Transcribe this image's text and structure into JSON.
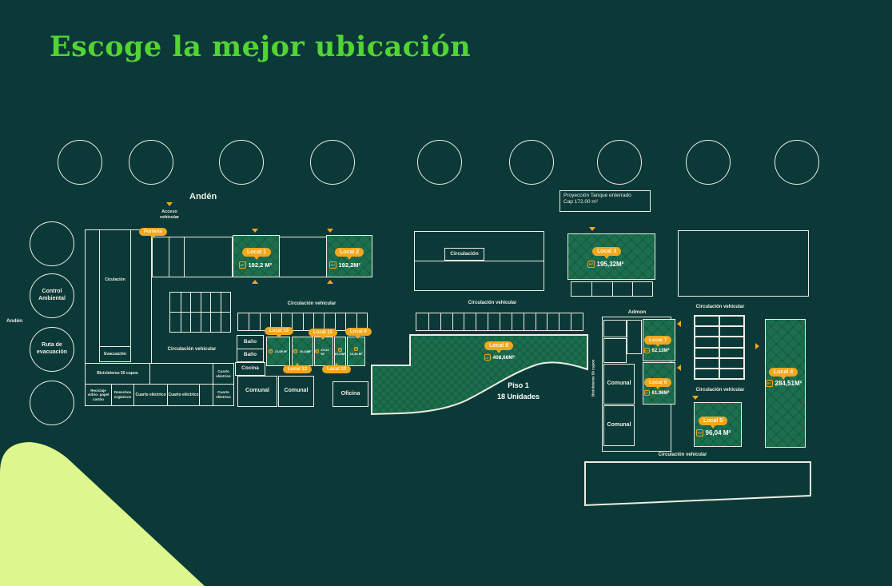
{
  "title": "Escoge la mejor ubicación",
  "colors": {
    "background": "#0b3938",
    "outline_white": "#eeede2",
    "local_green": "#1c6f4e",
    "badge_orange": "#f2a71d",
    "title_green": "#52d433",
    "lime_accent": "#ddf78e",
    "value_text": "#ffffff"
  },
  "labels": {
    "anden_top": "Andén",
    "anden_left": "Andén",
    "acceso_line1": "Acceso",
    "acceso_line2": "vehicular",
    "porteria": "Portería",
    "tanque_line1": "Proyección Tanque enterrado",
    "tanque_line2": "Cap 172.00 m²",
    "control_line1": "Control",
    "control_line2": "Ambiental",
    "ruta_line1": "Ruta de",
    "ruta_line2": "evacuación",
    "ciculacion": "Ciculación",
    "evacuacion": "Evacuación",
    "circulacion": "Circulación",
    "circulacion_vehicular": "Circulación vehicular",
    "bicicleteros": "Bicicleteros 50 cupos",
    "bicicleteros_vertical": "Bicicleteros 50 cupos",
    "reciclaje": "Reciclaje vidrio- papel cartón",
    "desechos": "Desechos orgánicos",
    "cuarto_electrico": "Cuarto eléctrico",
    "bano": "Baño",
    "cocina": "Cocina",
    "comunal": "Comunal",
    "oficina": "Oficina",
    "admon": "Admon",
    "piso": "Piso 1",
    "unidades": "18 Unidades"
  },
  "m2_icon": "m²",
  "locals": [
    {
      "name": "Local 1",
      "area": "192,2 M²"
    },
    {
      "name": "Local 2",
      "area": "192,2M²"
    },
    {
      "name": "Local 3",
      "area": "195,32M²"
    },
    {
      "name": "Local 4",
      "area": "284,51M²"
    },
    {
      "name": "Local 5",
      "area": "96,04 M²"
    },
    {
      "name": "Local 6",
      "area": "61,96M²"
    },
    {
      "name": "Local 7",
      "area": "62,13M²"
    },
    {
      "name": "Local 8",
      "area": "408,66M²"
    },
    {
      "name": "Local 9",
      "area": "12,34 M²"
    },
    {
      "name": "Local 10",
      "area": "15,72M²"
    },
    {
      "name": "Local 11",
      "area": "23,41 M²"
    },
    {
      "name": "Local 12",
      "area": "20,44M²"
    },
    {
      "name": "Local 13",
      "area": "21,09 M²"
    }
  ]
}
